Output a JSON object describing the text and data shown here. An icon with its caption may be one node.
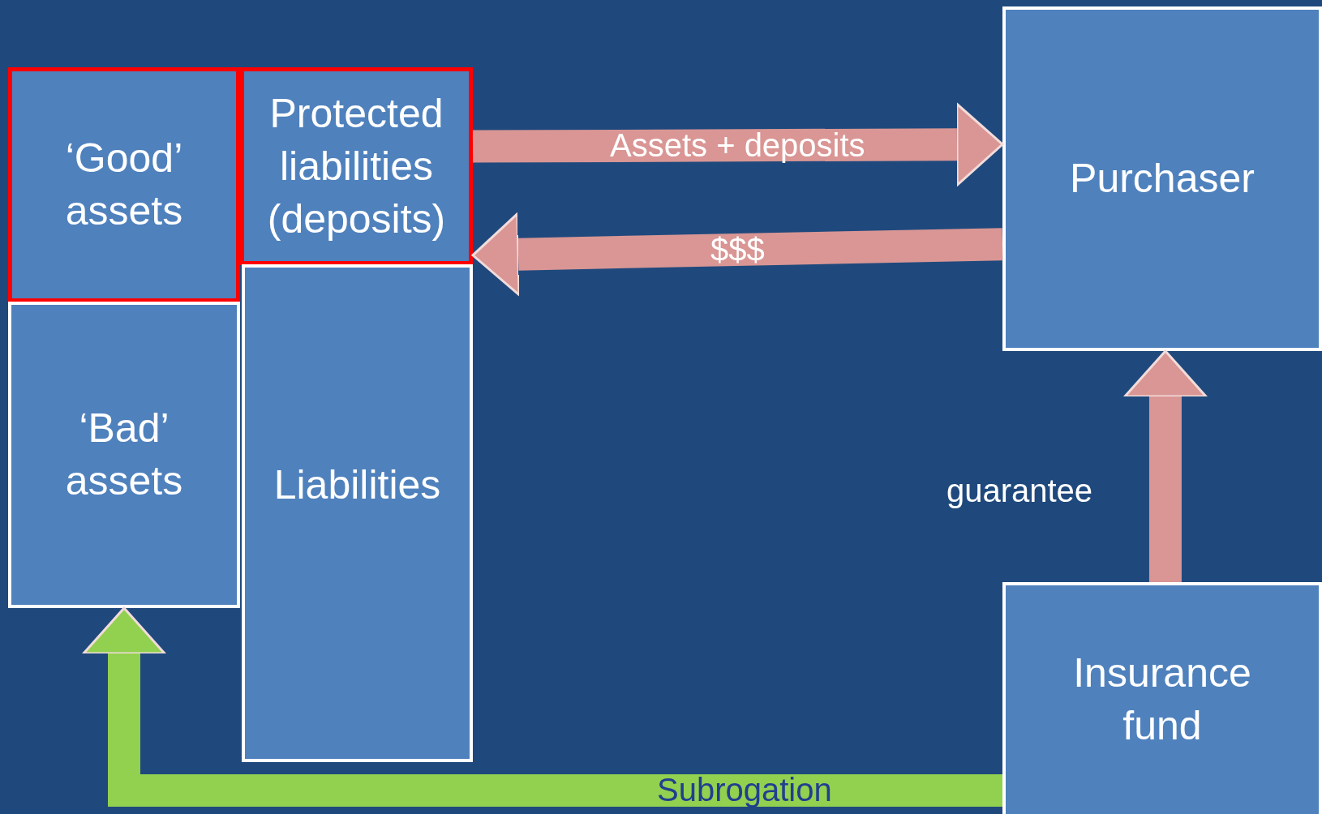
{
  "diagram": {
    "nodes": [
      {
        "text": [
          "‘Good’ assets"
        ]
      },
      {
        "text": [
          "Protected liabilities (deposits)"
        ]
      },
      {
        "text": [
          "‘Bad’ assets"
        ]
      },
      {
        "text": [
          "Liabilities"
        ]
      },
      {
        "text": [
          "Purchaser"
        ]
      },
      {
        "text": [
          "Insurance fund"
        ]
      }
    ],
    "edges": [
      {
        "from": 1,
        "to": 4,
        "arrow": "to",
        "label": "Assets + deposits"
      },
      {
        "from": 4,
        "to": 1,
        "arrow": "to",
        "label": "$$$"
      },
      {
        "from": 5,
        "to": 2,
        "arrow": "to",
        "label": "Subrogation",
        "color": "#92d050"
      },
      {
        "from": 5,
        "to": 4,
        "arrow": "to",
        "label": "guarantee"
      }
    ]
  }
}
